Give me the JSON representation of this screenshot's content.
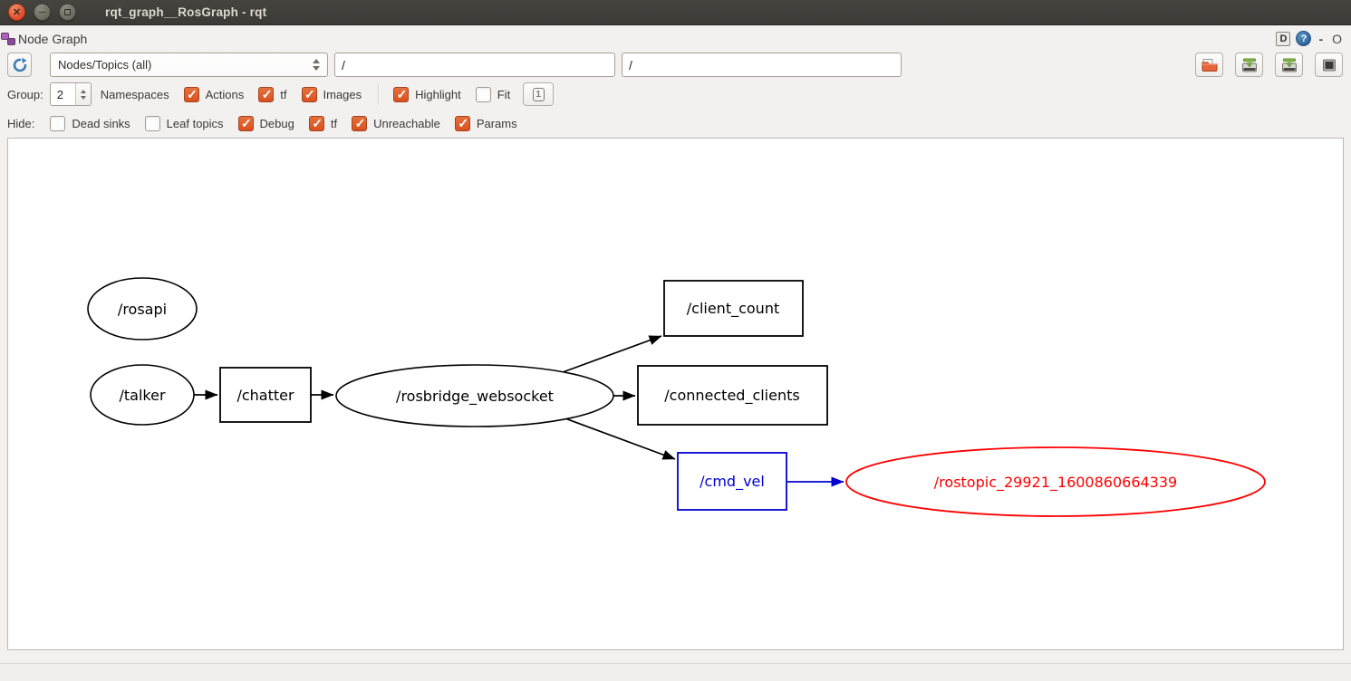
{
  "window": {
    "title": "rqt_graph__RosGraph - rqt"
  },
  "panel": {
    "title": "Node Graph",
    "controls": {
      "dock_glyph": "D",
      "help_glyph": "?",
      "minimize_glyph": "-",
      "float_glyph": "O"
    }
  },
  "toolbar": {
    "graph_type_value": "Nodes/Topics (all)",
    "node_filter_value": "/",
    "topic_filter_value": "/",
    "buttons": [
      {
        "name": "load-dot",
        "icon": "folder-open-icon"
      },
      {
        "name": "save-dot",
        "icon": "save-icon"
      },
      {
        "name": "save-image",
        "icon": "save-icon"
      },
      {
        "name": "screenshot",
        "icon": "image-icon"
      }
    ]
  },
  "group_row": {
    "label": "Group:",
    "spin_value": "2",
    "namespaces_label": "Namespaces",
    "actions": {
      "label": "Actions",
      "checked": true
    },
    "tf": {
      "label": "tf",
      "checked": true
    },
    "images": {
      "label": "Images",
      "checked": true
    },
    "highlight": {
      "label": "Highlight",
      "checked": true
    },
    "fit": {
      "label": "Fit",
      "checked": false
    },
    "fit_button_glyph": "1"
  },
  "hide_row": {
    "label": "Hide:",
    "dead_sinks": {
      "label": "Dead sinks",
      "checked": false
    },
    "leaf_topics": {
      "label": "Leaf topics",
      "checked": false
    },
    "debug": {
      "label": "Debug",
      "checked": true
    },
    "tf": {
      "label": "tf",
      "checked": true
    },
    "unreachable": {
      "label": "Unreachable",
      "checked": true
    },
    "params": {
      "label": "Params",
      "checked": true
    }
  },
  "graph": {
    "nodes": [
      {
        "id": "rosapi",
        "label": "/rosapi",
        "shape": "ellipse",
        "color": "#000000"
      },
      {
        "id": "talker",
        "label": "/talker",
        "shape": "ellipse",
        "color": "#000000"
      },
      {
        "id": "chatter",
        "label": "/chatter",
        "shape": "box",
        "color": "#000000"
      },
      {
        "id": "rosbridge_websocket",
        "label": "/rosbridge_websocket",
        "shape": "ellipse",
        "color": "#000000"
      },
      {
        "id": "client_count",
        "label": "/client_count",
        "shape": "box",
        "color": "#000000"
      },
      {
        "id": "connected_clients",
        "label": "/connected_clients",
        "shape": "box",
        "color": "#000000"
      },
      {
        "id": "cmd_vel",
        "label": "/cmd_vel",
        "shape": "box",
        "color": "#0000d2"
      },
      {
        "id": "rostopic_29921",
        "label": "/rostopic_29921_1600860664339",
        "shape": "ellipse",
        "color": "#ff0000"
      }
    ],
    "edges": [
      {
        "from": "/talker",
        "to": "/chatter",
        "color": "#000000"
      },
      {
        "from": "/chatter",
        "to": "/rosbridge_websocket",
        "color": "#000000"
      },
      {
        "from": "/rosbridge_websocket",
        "to": "/client_count",
        "color": "#000000"
      },
      {
        "from": "/rosbridge_websocket",
        "to": "/connected_clients",
        "color": "#000000"
      },
      {
        "from": "/rosbridge_websocket",
        "to": "/cmd_vel",
        "color": "#000000"
      },
      {
        "from": "/cmd_vel",
        "to": "/rostopic_29921_1600860664339",
        "color": "#0000d2"
      }
    ]
  },
  "colors": {
    "titlebar": "#3b3a35",
    "accent_orange": "#d8511f",
    "node_blue": "#0000d2",
    "node_red": "#ff0000",
    "background": "#f2f1ef"
  }
}
